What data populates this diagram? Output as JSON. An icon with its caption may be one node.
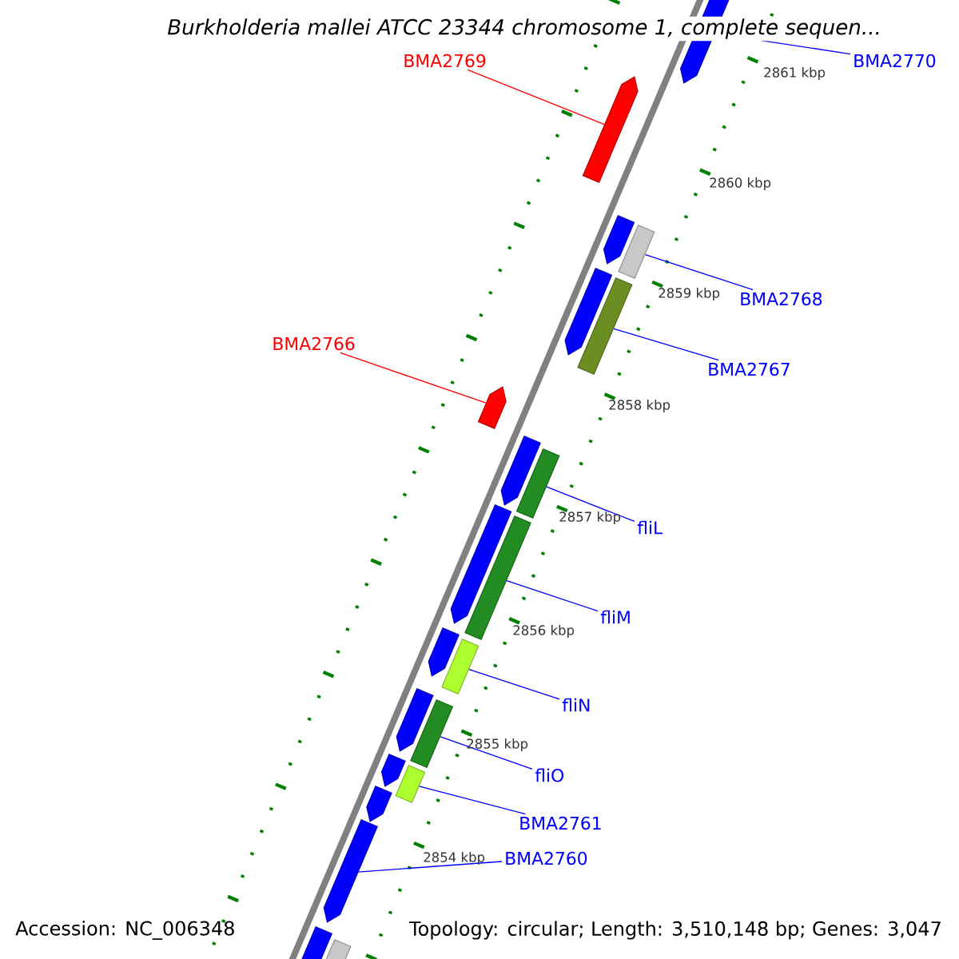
{
  "diagram": {
    "title": "*Burkholderia mallei* ATCC 23344 chromosome 1, complete sequen...",
    "nodes": [
      {
        "text": [
          "BMA2769"
        ]
      },
      {
        "text": [
          "BMA2770"
        ]
      },
      {
        "text": [
          "BMA2768"
        ]
      },
      {
        "text": [
          "BMA2767"
        ]
      },
      {
        "text": [
          "BMA2766"
        ]
      },
      {
        "text": [
          "fliL"
        ]
      },
      {
        "text": [
          "fliM"
        ]
      },
      {
        "text": [
          "fliN"
        ]
      },
      {
        "text": [
          "fliO"
        ]
      },
      {
        "text": [
          "BMA2761"
        ]
      },
      {
        "text": [
          "BMA2760"
        ]
      },
      {
        "text": [],
        "shape": "arrow"
      },
      {
        "text": [],
        "shape": "arrow"
      },
      {
        "text": [],
        "shape": "arrow"
      },
      {
        "text": [],
        "shape": "box"
      },
      {
        "text": [],
        "shape": "arrow"
      },
      {
        "text": [],
        "shape": "box"
      },
      {
        "text": [],
        "shape": "arrow"
      },
      {
        "text": [],
        "shape": "arrow"
      },
      {
        "text": [],
        "shape": "box"
      },
      {
        "text": [],
        "shape": "arrow"
      },
      {
        "text": [],
        "shape": "box"
      },
      {
        "text": [],
        "shape": "arrow"
      },
      {
        "text": [],
        "shape": "box"
      },
      {
        "text": [],
        "shape": "arrow"
      },
      {
        "text": [],
        "shape": "box"
      },
      {
        "text": [],
        "shape": "arrow"
      },
      {
        "text": [],
        "shape": "box"
      },
      {
        "text": [],
        "shape": "arrow"
      },
      {
        "text": [],
        "shape": "arrow"
      },
      {
        "text": [],
        "shape": "arrow"
      },
      {
        "text": [],
        "shape": "box"
      }
    ],
    "edges": [
      {
        "from": 0,
        "to": 12,
        "arrow": "none",
        "color": "#ff0000"
      },
      {
        "from": 1,
        "to": 11,
        "arrow": "none"
      },
      {
        "from": 2,
        "to": 14,
        "arrow": "none"
      },
      {
        "from": 3,
        "to": 16,
        "arrow": "none"
      },
      {
        "from": 4,
        "to": 17,
        "arrow": "none",
        "color": "#ff0000"
      },
      {
        "from": 5,
        "to": 19,
        "arrow": "none"
      },
      {
        "from": 6,
        "to": 21,
        "arrow": "none"
      },
      {
        "from": 7,
        "to": 23,
        "arrow": "none"
      },
      {
        "from": 8,
        "to": 25,
        "arrow": "none"
      },
      {
        "from": 9,
        "to": 27,
        "arrow": "none"
      },
      {
        "from": 10,
        "to": 29,
        "arrow": "none"
      }
    ],
    "labels": [
      "2861 kbp",
      "2860 kbp",
      "2859 kbp",
      "2858 kbp",
      "2857 kbp",
      "2856 kbp",
      "2855 kbp",
      "2854 kbp",
      "Accession: NC_006348",
      "Topology: circular; Length: 3,510,148 bp; Genes: 3,047"
    ]
  }
}
